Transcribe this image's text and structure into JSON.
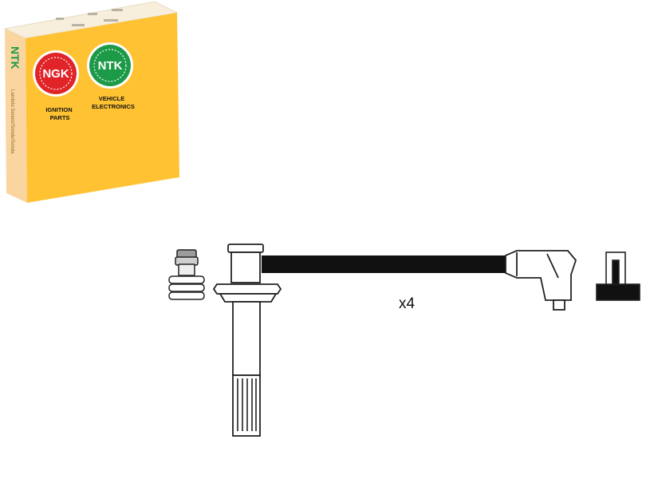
{
  "box": {
    "colors": {
      "front": "#ffc233",
      "top": "#f7eedc",
      "side": "#fad5a0",
      "accent": "#ffb20f"
    },
    "side_text": "NTK",
    "side_small_text": "Lambda Sensor/Sonde/Sonda",
    "ngk": {
      "logo_text": "NGK",
      "caption_line1": "IGNITION",
      "caption_line2": "PARTS",
      "logo_color": "#e02428"
    },
    "ntk": {
      "logo_text": "NTK",
      "caption_line1": "VEHICLE",
      "caption_line2": "ELECTRONICS",
      "logo_color": "#1d9a48"
    }
  },
  "product": {
    "quantity_label": "x4",
    "cable_color": "#111111",
    "outline_color": "#222222"
  }
}
